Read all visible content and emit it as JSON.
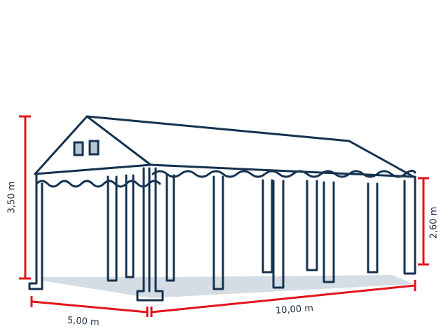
{
  "diagram": {
    "subject": "party tent",
    "colors": {
      "outline": "#15324f",
      "dimension": "#e3141b",
      "shadow": "#d5dde4",
      "window_fill": "#b9c6d2"
    },
    "dimensions": {
      "total_height": "3,50 m",
      "side_height": "2,60 m",
      "width": "5,00 m",
      "length": "10,00 m"
    }
  }
}
